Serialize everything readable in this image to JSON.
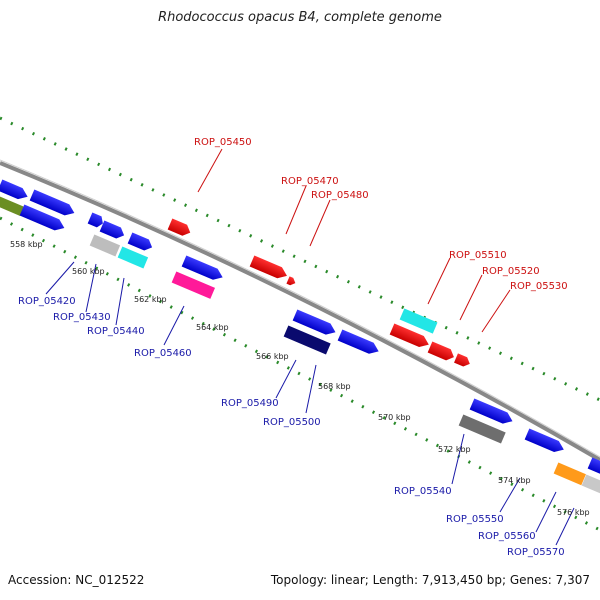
{
  "title": "Rhodococcus opacus B4, complete genome",
  "footer": {
    "accession": "Accession: NC_012522",
    "summary": "Topology: linear; Length: 7,913,450 bp; Genes: 7,307"
  },
  "scale_labels": [
    "558 kbp",
    "560 kbp",
    "562 kbp",
    "564 kbp",
    "566 kbp",
    "568 kbp",
    "570 kbp",
    "572 kbp",
    "574 kbp",
    "576 kbp"
  ],
  "gene_labels_top": [
    "ROP_05450",
    "ROP_05470",
    "ROP_05480",
    "ROP_05510",
    "ROP_05520",
    "ROP_05530"
  ],
  "gene_labels_bottom": [
    "ROP_05420",
    "ROP_05430",
    "ROP_05440",
    "ROP_05460",
    "ROP_05490",
    "ROP_05500",
    "ROP_05540",
    "ROP_05550",
    "ROP_05560",
    "ROP_05570"
  ],
  "colors": {
    "forward_strand": "#cc1111",
    "reverse_strand": "#1a1aa8",
    "backbone": "#8a8a8a",
    "tick_marks": "#2a8a2a"
  }
}
